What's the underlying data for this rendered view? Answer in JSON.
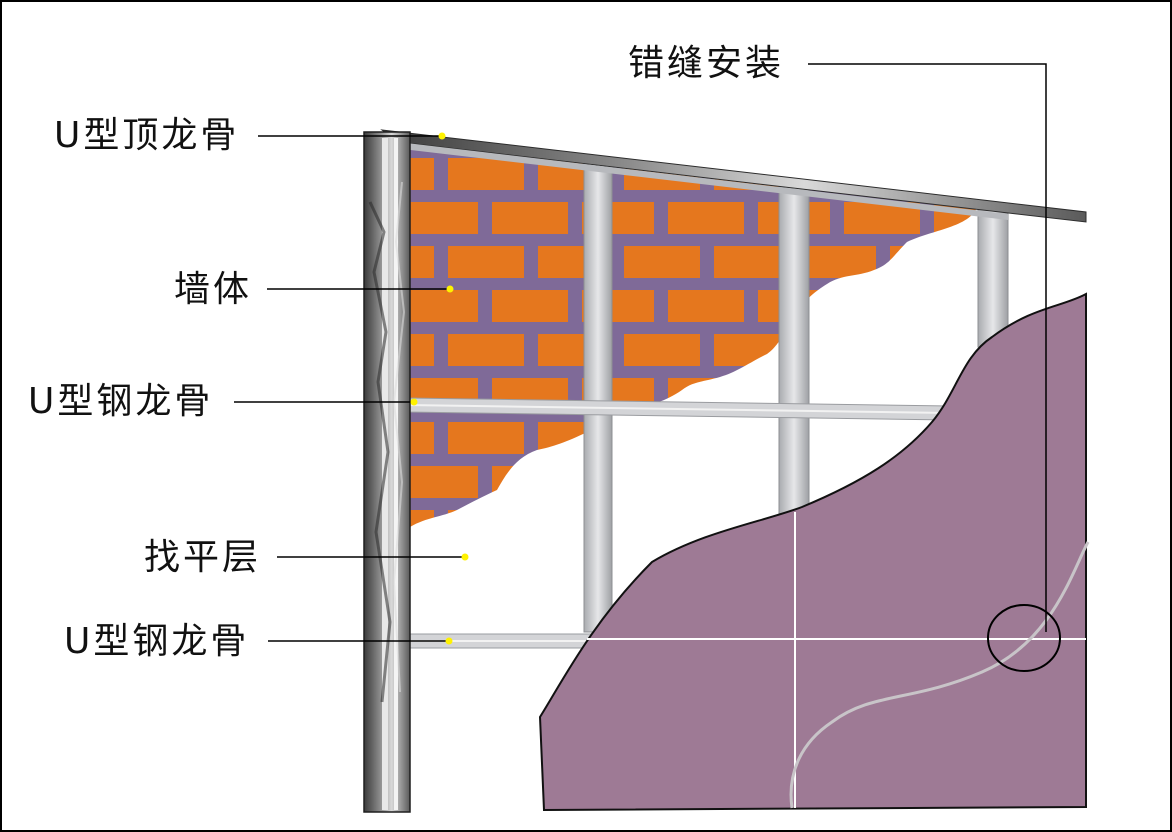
{
  "diagram": {
    "labels": {
      "top_track": "U型顶龙骨",
      "wall": "墙体",
      "middle_track": "U型钢龙骨",
      "leveling_layer": "找平层",
      "bottom_track": "U型钢龙骨",
      "staggered_install": "错缝安装"
    },
    "colors": {
      "brick": "#e5771e",
      "mortar": "#7f6a98",
      "board": "#9e7a95",
      "steel": "#c9cbcf",
      "steel_dark": "#4b4b4b",
      "marker": "#fff200",
      "outline": "#000000"
    }
  }
}
